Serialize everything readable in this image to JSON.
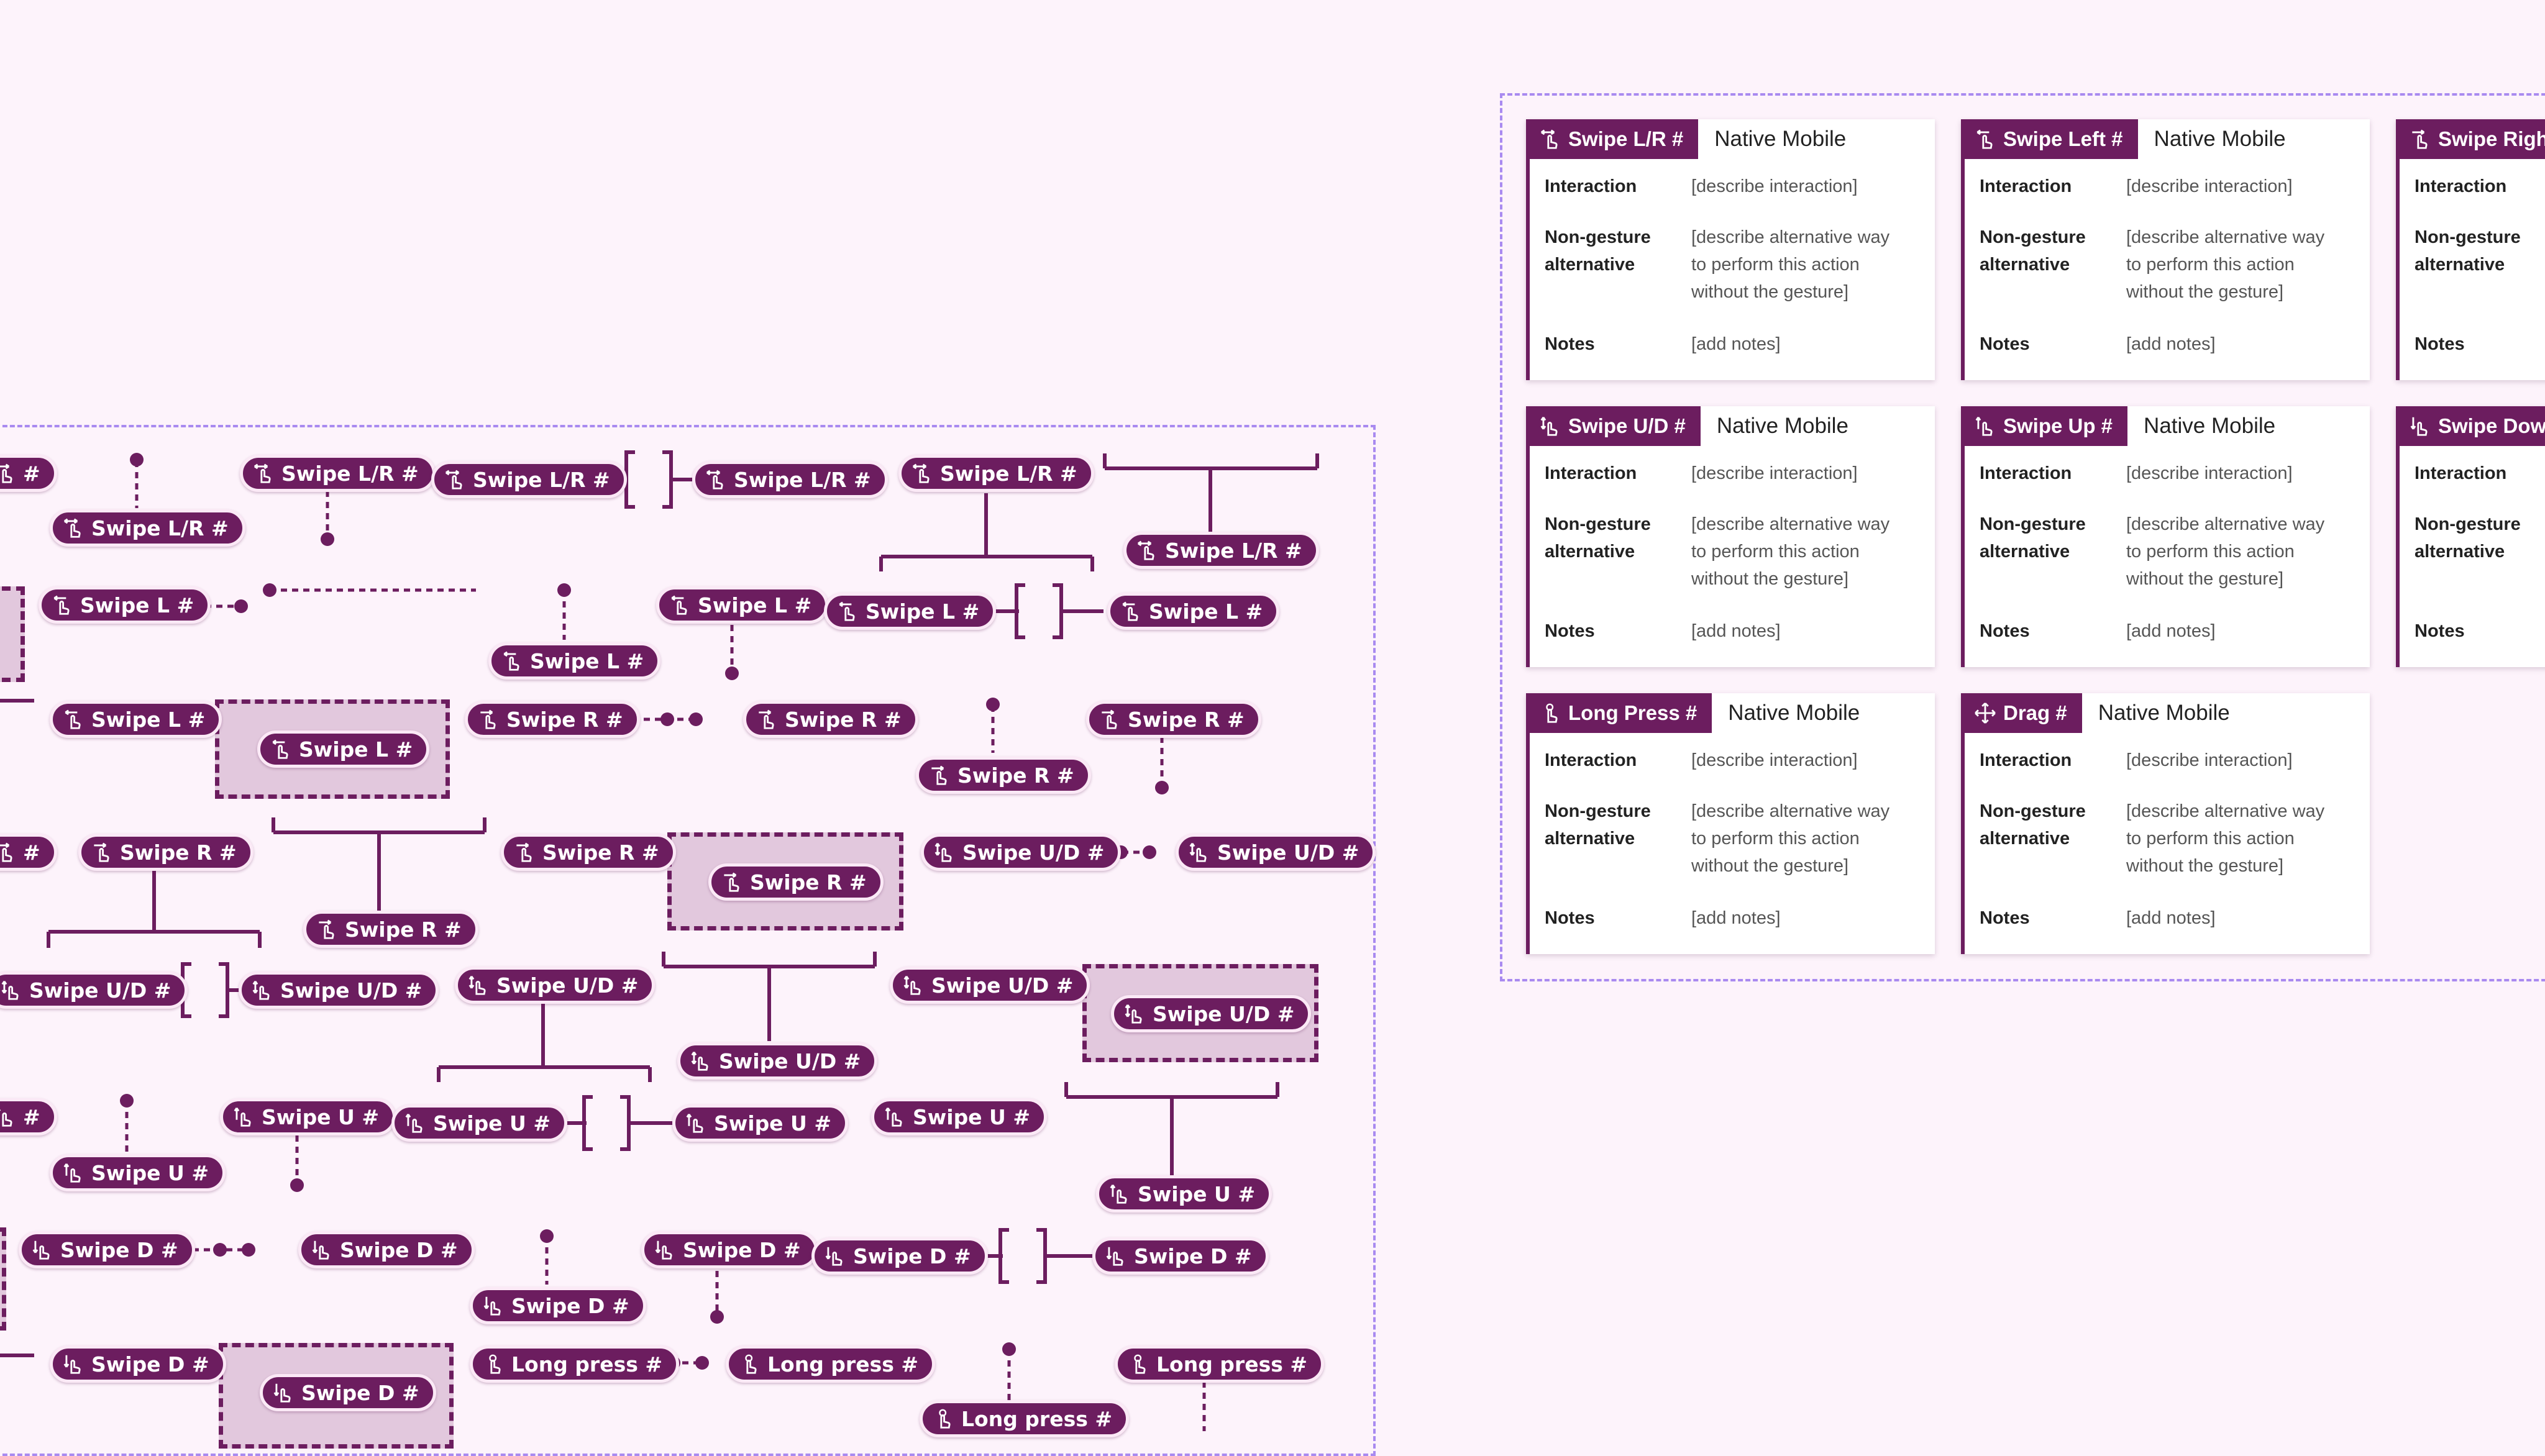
{
  "diagram": {
    "pills": [
      {
        "id": "p1",
        "label": "#",
        "icon": "swipe-lr-icon"
      },
      {
        "id": "p2",
        "label": "Swipe L/R #",
        "icon": "swipe-lr-icon"
      },
      {
        "id": "p3",
        "label": "Swipe L/R #",
        "icon": "swipe-lr-icon"
      },
      {
        "id": "p4",
        "label": "Swipe L/R #",
        "icon": "swipe-lr-icon"
      },
      {
        "id": "p5",
        "label": "Swipe L/R #",
        "icon": "swipe-lr-icon"
      },
      {
        "id": "p6",
        "label": "Swipe L/R #",
        "icon": "swipe-lr-icon"
      },
      {
        "id": "p7",
        "label": "Swipe L/R #",
        "icon": "swipe-lr-icon"
      },
      {
        "id": "p8",
        "label": "Swipe L #",
        "icon": "swipe-l-icon"
      },
      {
        "id": "p9",
        "label": "Swipe L #",
        "icon": "swipe-l-icon"
      },
      {
        "id": "p10",
        "label": "Swipe L #",
        "icon": "swipe-l-icon"
      },
      {
        "id": "p11",
        "label": "Swipe L #",
        "icon": "swipe-l-icon"
      },
      {
        "id": "p12",
        "label": "Swipe L #",
        "icon": "swipe-l-icon"
      },
      {
        "id": "p13",
        "label": "Swipe L #",
        "icon": "swipe-l-icon"
      },
      {
        "id": "p14",
        "label": "Swipe L #",
        "icon": "swipe-l-icon"
      },
      {
        "id": "p15",
        "label": "Swipe R #",
        "icon": "swipe-r-icon"
      },
      {
        "id": "p16",
        "label": "Swipe R #",
        "icon": "swipe-r-icon"
      },
      {
        "id": "p17",
        "label": "Swipe R #",
        "icon": "swipe-r-icon"
      },
      {
        "id": "p18",
        "label": "Swipe R #",
        "icon": "swipe-r-icon"
      },
      {
        "id": "p19",
        "label": "#",
        "icon": "swipe-r-icon"
      },
      {
        "id": "p20",
        "label": "Swipe R #",
        "icon": "swipe-r-icon"
      },
      {
        "id": "p21",
        "label": "Swipe R #",
        "icon": "swipe-r-icon"
      },
      {
        "id": "p22",
        "label": "Swipe R #",
        "icon": "swipe-r-icon"
      },
      {
        "id": "p23",
        "label": "Swipe R #",
        "icon": "swipe-r-icon"
      },
      {
        "id": "p24",
        "label": "Swipe U/D #",
        "icon": "swipe-ud-icon"
      },
      {
        "id": "p25",
        "label": "Swipe U/D #",
        "icon": "swipe-ud-icon"
      },
      {
        "id": "p26",
        "label": "Swipe U/D #",
        "icon": "swipe-ud-icon"
      },
      {
        "id": "p27",
        "label": "Swipe U/D #",
        "icon": "swipe-ud-icon"
      },
      {
        "id": "p28",
        "label": "Swipe U/D #",
        "icon": "swipe-ud-icon"
      },
      {
        "id": "p29",
        "label": "Swipe U/D #",
        "icon": "swipe-ud-icon"
      },
      {
        "id": "p30",
        "label": "Swipe U/D #",
        "icon": "swipe-ud-icon"
      },
      {
        "id": "p31",
        "label": "Swipe U/D #",
        "icon": "swipe-ud-icon"
      },
      {
        "id": "p32",
        "label": "#",
        "icon": "swipe-u-icon"
      },
      {
        "id": "p33",
        "label": "Swipe U #",
        "icon": "swipe-u-icon"
      },
      {
        "id": "p34",
        "label": "Swipe U #",
        "icon": "swipe-u-icon"
      },
      {
        "id": "p35",
        "label": "Swipe U #",
        "icon": "swipe-u-icon"
      },
      {
        "id": "p36",
        "label": "Swipe U #",
        "icon": "swipe-u-icon"
      },
      {
        "id": "p37",
        "label": "Swipe U #",
        "icon": "swipe-u-icon"
      },
      {
        "id": "p38",
        "label": "Swipe U #",
        "icon": "swipe-u-icon"
      },
      {
        "id": "p39",
        "label": "Swipe D #",
        "icon": "swipe-d-icon"
      },
      {
        "id": "p40",
        "label": "Swipe D #",
        "icon": "swipe-d-icon"
      },
      {
        "id": "p41",
        "label": "Swipe D #",
        "icon": "swipe-d-icon"
      },
      {
        "id": "p42",
        "label": "Swipe D #",
        "icon": "swipe-d-icon"
      },
      {
        "id": "p43",
        "label": "Swipe D #",
        "icon": "swipe-d-icon"
      },
      {
        "id": "p44",
        "label": "Swipe D #",
        "icon": "swipe-d-icon"
      },
      {
        "id": "p45",
        "label": "Swipe D #",
        "icon": "swipe-d-icon"
      },
      {
        "id": "p46",
        "label": "Swipe D #",
        "icon": "swipe-d-icon"
      },
      {
        "id": "p47",
        "label": "Long press #",
        "icon": "long-press-icon"
      },
      {
        "id": "p48",
        "label": "Long press #",
        "icon": "long-press-icon"
      },
      {
        "id": "p49",
        "label": "Long press #",
        "icon": "long-press-icon"
      },
      {
        "id": "p50",
        "label": "Long press #",
        "icon": "long-press-icon"
      }
    ]
  },
  "cards": [
    {
      "tag": "Swipe L/R #",
      "icon": "swipe-lr-icon",
      "platform": "Native Mobile",
      "interaction_label": "Interaction",
      "interaction_value": "[describe interaction]",
      "alt_label_1": "Non-gesture",
      "alt_label_2": "alternative",
      "alt_value_1": "[describe alternative way",
      "alt_value_2": "to perform this action",
      "alt_value_3": "without the gesture]",
      "notes_label": "Notes",
      "notes_value": "[add notes]"
    },
    {
      "tag": "Swipe Left #",
      "icon": "swipe-l-icon",
      "platform": "Native Mobile",
      "interaction_label": "Interaction",
      "interaction_value": "[describe interaction]",
      "alt_label_1": "Non-gesture",
      "alt_label_2": "alternative",
      "alt_value_1": "[describe alternative way",
      "alt_value_2": "to perform this action",
      "alt_value_3": "without the gesture]",
      "notes_label": "Notes",
      "notes_value": "[add notes]"
    },
    {
      "tag": "Swipe Right",
      "icon": "swipe-r-icon",
      "platform": "",
      "interaction_label": "Interaction",
      "interaction_value": "",
      "alt_label_1": "Non-gesture",
      "alt_label_2": "alternative",
      "alt_value_1": "",
      "alt_value_2": "",
      "alt_value_3": "",
      "notes_label": "Notes",
      "notes_value": ""
    },
    {
      "tag": "Swipe U/D #",
      "icon": "swipe-ud-icon",
      "platform": "Native Mobile",
      "interaction_label": "Interaction",
      "interaction_value": "[describe interaction]",
      "alt_label_1": "Non-gesture",
      "alt_label_2": "alternative",
      "alt_value_1": "[describe alternative way",
      "alt_value_2": "to perform this action",
      "alt_value_3": "without the gesture]",
      "notes_label": "Notes",
      "notes_value": "[add notes]"
    },
    {
      "tag": "Swipe Up #",
      "icon": "swipe-u-icon",
      "platform": "Native Mobile",
      "interaction_label": "Interaction",
      "interaction_value": "[describe interaction]",
      "alt_label_1": "Non-gesture",
      "alt_label_2": "alternative",
      "alt_value_1": "[describe alternative way",
      "alt_value_2": "to perform this action",
      "alt_value_3": "without the gesture]",
      "notes_label": "Notes",
      "notes_value": "[add notes]"
    },
    {
      "tag": "Swipe Dow",
      "icon": "swipe-d-icon",
      "platform": "",
      "interaction_label": "Interaction",
      "interaction_value": "",
      "alt_label_1": "Non-gesture",
      "alt_label_2": "alternative",
      "alt_value_1": "",
      "alt_value_2": "",
      "alt_value_3": "",
      "notes_label": "Notes",
      "notes_value": ""
    },
    {
      "tag": "Long Press #",
      "icon": "long-press-icon",
      "platform": "Native Mobile",
      "interaction_label": "Interaction",
      "interaction_value": "[describe interaction]",
      "alt_label_1": "Non-gesture",
      "alt_label_2": "alternative",
      "alt_value_1": "[describe alternative way",
      "alt_value_2": "to perform this action",
      "alt_value_3": "without the gesture]",
      "notes_label": "Notes",
      "notes_value": "[add notes]"
    },
    {
      "tag": "Drag #",
      "icon": "drag-icon",
      "platform": "Native Mobile",
      "interaction_label": "Interaction",
      "interaction_value": "[describe interaction]",
      "alt_label_1": "Non-gesture",
      "alt_label_2": "alternative",
      "alt_value_1": "[describe alternative way",
      "alt_value_2": "to perform this action",
      "alt_value_3": "without the gesture]",
      "notes_label": "Notes",
      "notes_value": "[add notes]"
    }
  ],
  "colors": {
    "pill": "#6c1d5f",
    "background": "#fdf3fb",
    "frame": "#a98af0",
    "box_fill": "#e2c8dd"
  }
}
